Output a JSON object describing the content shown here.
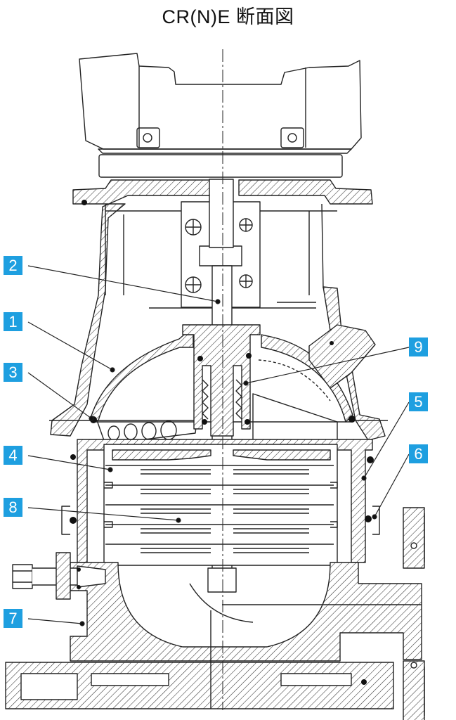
{
  "title": "CR(N)E 断面図",
  "colors": {
    "badge": "#1E9FE0",
    "line": "#222222"
  },
  "callouts": [
    {
      "id": "c2",
      "label": "2"
    },
    {
      "id": "c1",
      "label": "1"
    },
    {
      "id": "c3",
      "label": "3"
    },
    {
      "id": "c4",
      "label": "4"
    },
    {
      "id": "c8",
      "label": "8"
    },
    {
      "id": "c7",
      "label": "7"
    },
    {
      "id": "c9",
      "label": "9"
    },
    {
      "id": "c5",
      "label": "5"
    },
    {
      "id": "c6",
      "label": "6"
    }
  ]
}
